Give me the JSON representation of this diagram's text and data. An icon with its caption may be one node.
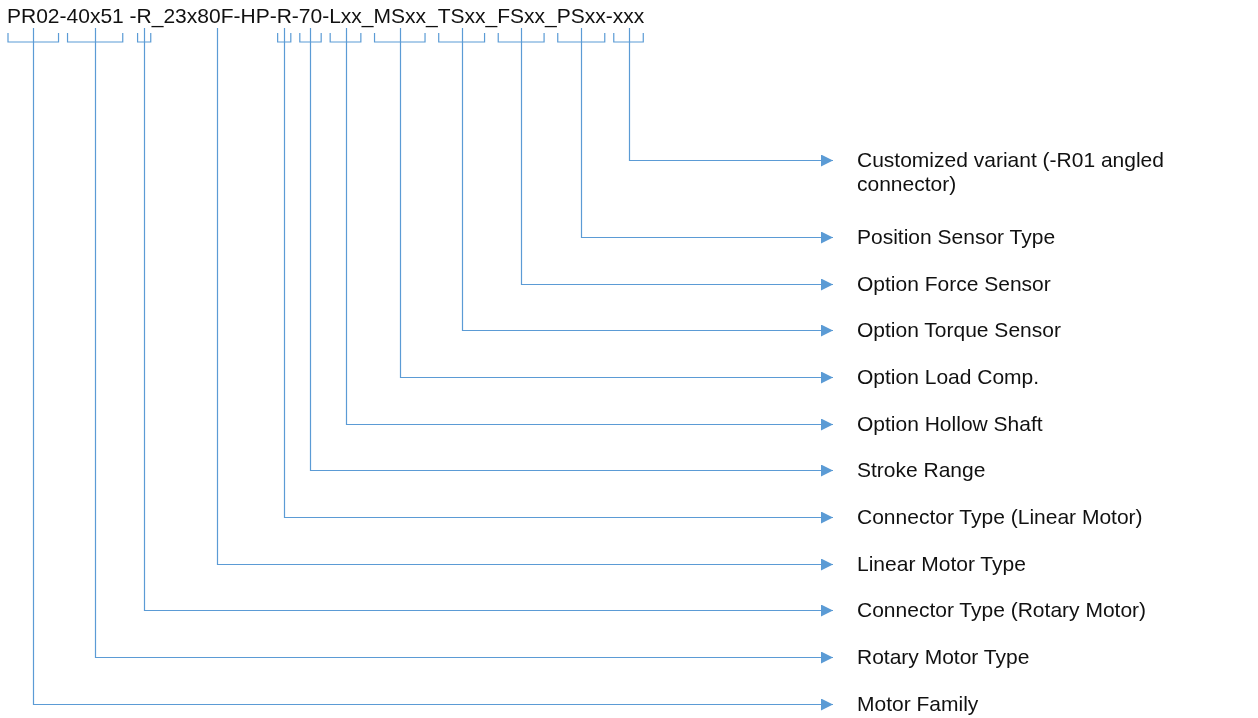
{
  "diagram": {
    "nodes": [
      {
        "text": [
          "PR02-"
        ]
      },
      {
        "text": [
          "40x51 -"
        ]
      },
      {
        "text": [
          "R_"
        ]
      },
      {
        "text": [
          "23x80F-HP-"
        ]
      },
      {
        "text": [
          "R-"
        ]
      },
      {
        "text": [
          "70-"
        ]
      },
      {
        "text": [
          "Lxx_"
        ]
      },
      {
        "text": [
          "MSxx_"
        ]
      },
      {
        "text": [
          "TSxx_"
        ]
      },
      {
        "text": [
          "FSxx_"
        ]
      },
      {
        "text": [
          "PSxx-"
        ]
      },
      {
        "text": [
          "xxx"
        ]
      },
      {
        "text": [
          "Customized variant (-R01 angled connector)"
        ]
      },
      {
        "text": [
          "Position Sensor Type"
        ]
      },
      {
        "text": [
          "Option Force Sensor"
        ]
      },
      {
        "text": [
          "Option Torque Sensor"
        ]
      },
      {
        "text": [
          "Option Load Comp."
        ]
      },
      {
        "text": [
          "Option Hollow Shaft"
        ]
      },
      {
        "text": [
          "Stroke Range"
        ]
      },
      {
        "text": [
          "Connector Type (Linear Motor)"
        ]
      },
      {
        "text": [
          "Linear Motor Type"
        ]
      },
      {
        "text": [
          "Connector Type (Rotary Motor)"
        ]
      },
      {
        "text": [
          "Rotary Motor Type"
        ]
      },
      {
        "text": [
          "Motor Family"
        ]
      }
    ],
    "edges": [
      {
        "from": 0,
        "to": 23,
        "arrow": "to"
      },
      {
        "from": 1,
        "to": 22,
        "arrow": "to"
      },
      {
        "from": 2,
        "to": 21,
        "arrow": "to"
      },
      {
        "from": 3,
        "to": 20,
        "arrow": "to"
      },
      {
        "from": 4,
        "to": 19,
        "arrow": "to"
      },
      {
        "from": 5,
        "to": 18,
        "arrow": "to"
      },
      {
        "from": 6,
        "to": 17,
        "arrow": "to"
      },
      {
        "from": 7,
        "to": 16,
        "arrow": "to"
      },
      {
        "from": 8,
        "to": 15,
        "arrow": "to"
      },
      {
        "from": 9,
        "to": 14,
        "arrow": "to"
      },
      {
        "from": 10,
        "to": 13,
        "arrow": "to"
      },
      {
        "from": 11,
        "to": 12,
        "arrow": "to"
      }
    ]
  }
}
